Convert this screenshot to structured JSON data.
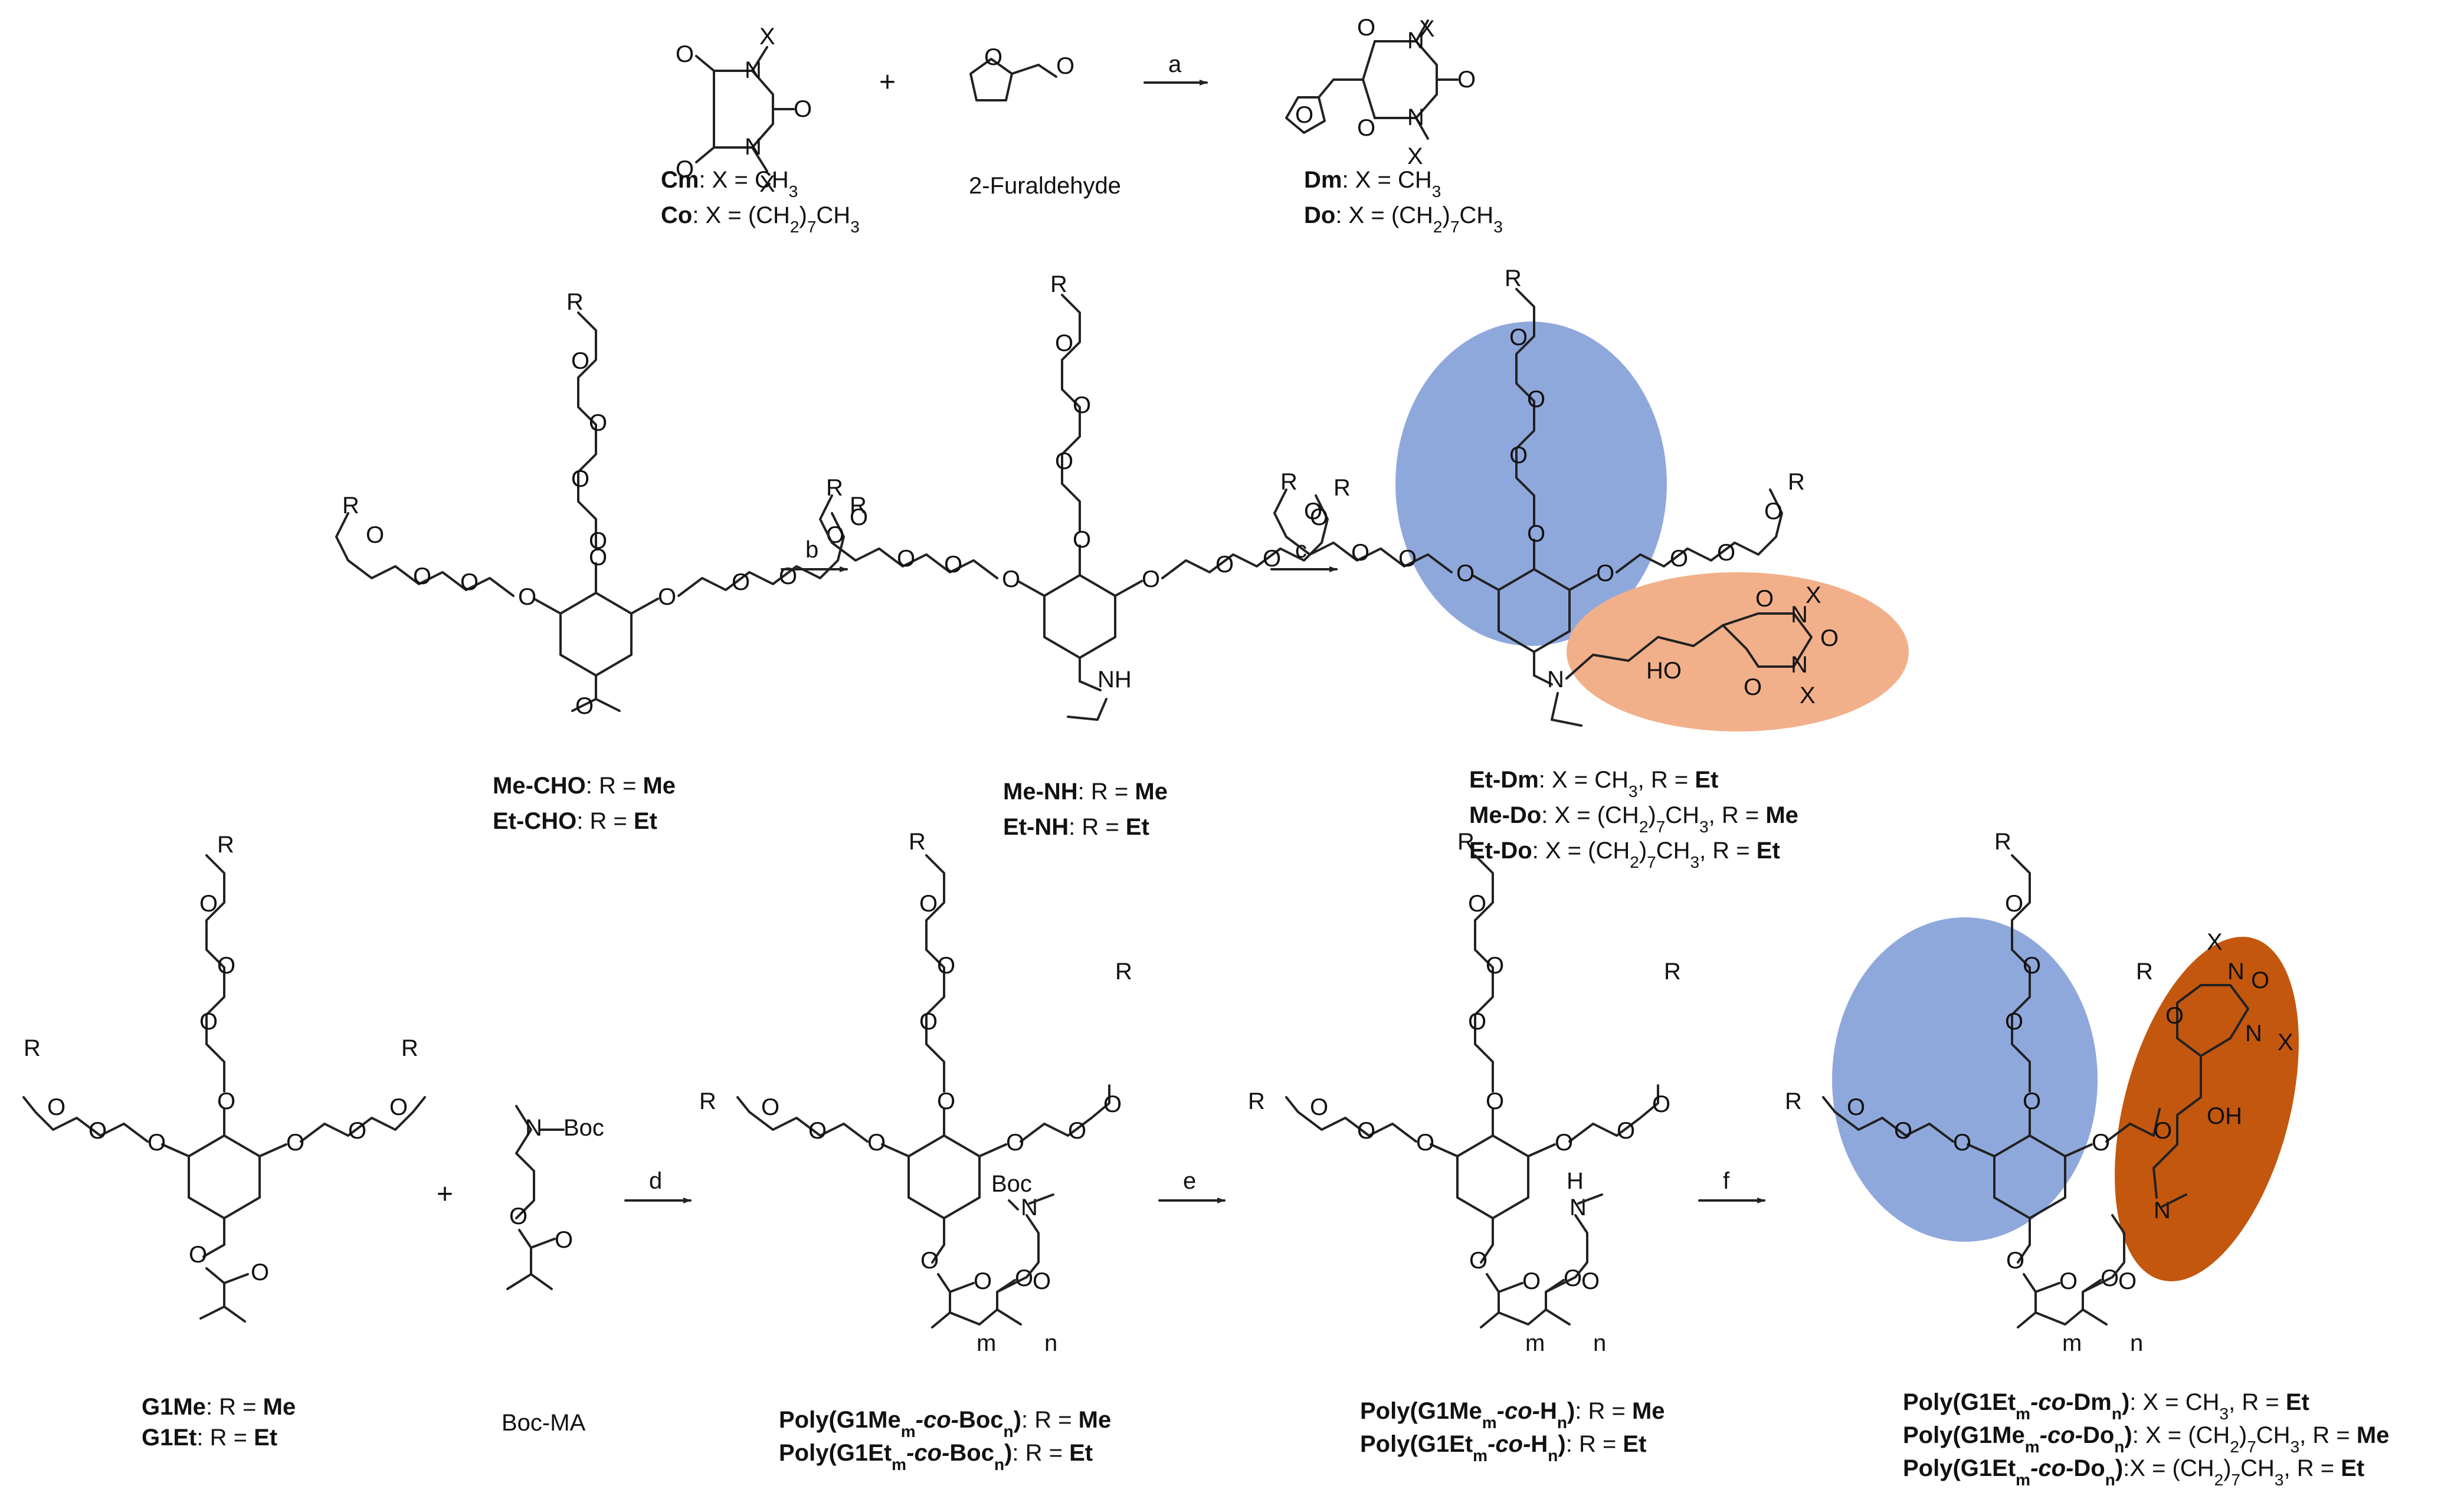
{
  "colors": {
    "dendron_blue": "#8fa8dc",
    "merocyanine_light_orange": "#f2b08a",
    "merocyanine_dark_orange": "#c4570e"
  },
  "atoms": {
    "o": "O",
    "n": "N",
    "x": "X",
    "r": "R",
    "nh": "NH",
    "h": "H",
    "ho": "HO",
    "oh": "OH",
    "boc": "Boc",
    "m": "m",
    "sub_n": "n"
  },
  "steps": {
    "a": "a",
    "b": "b",
    "c": "c",
    "d": "d",
    "e": "e",
    "f": "f"
  },
  "row1": {
    "Cm_name": "Cm",
    "Cm_def": ": X = CH",
    "Co_name": "Co",
    "Co_def": ": X = (CH",
    "furaldehyde": "2-Furaldehyde",
    "Dm_name": "Dm",
    "Dm_def": ": X = CH",
    "Do_name": "Do",
    "Do_def": ": X = (CH"
  },
  "row2": {
    "MeCHO": "Me-CHO",
    "EtCHO": "Et-CHO",
    "MeNH": "Me-NH",
    "EtNH": "Et-NH",
    "EtDm": "Et-Dm",
    "MeDo": "Me-Do",
    "EtDo": "Et-Do"
  },
  "row3": {
    "G1Me": "G1Me",
    "G1Et": "G1Et",
    "BocMA": "Boc-MA"
  },
  "text": {
    "R_eq": ": R = ",
    "Me": "Me",
    "Et": "Et",
    "X_eq_CH3": ": X = CH",
    "X_eq_CH2": ": X = (CH",
    "X_eq_CH2_nospace": ":X = (CH",
    "sub3": "3",
    "sub2": "2",
    "sub7": "7",
    "close_R_Et": ", R = ",
    "close_7CH3": ")",
    "Poly_open": "Poly(G1Me",
    "Poly_open_Et": "Poly(G1Et",
    "co": "-co-",
    "Boc": "Boc",
    "H": "H",
    "Dm": "Dm",
    "Do": "Do",
    "paren_close": ")",
    "plus": "+"
  }
}
